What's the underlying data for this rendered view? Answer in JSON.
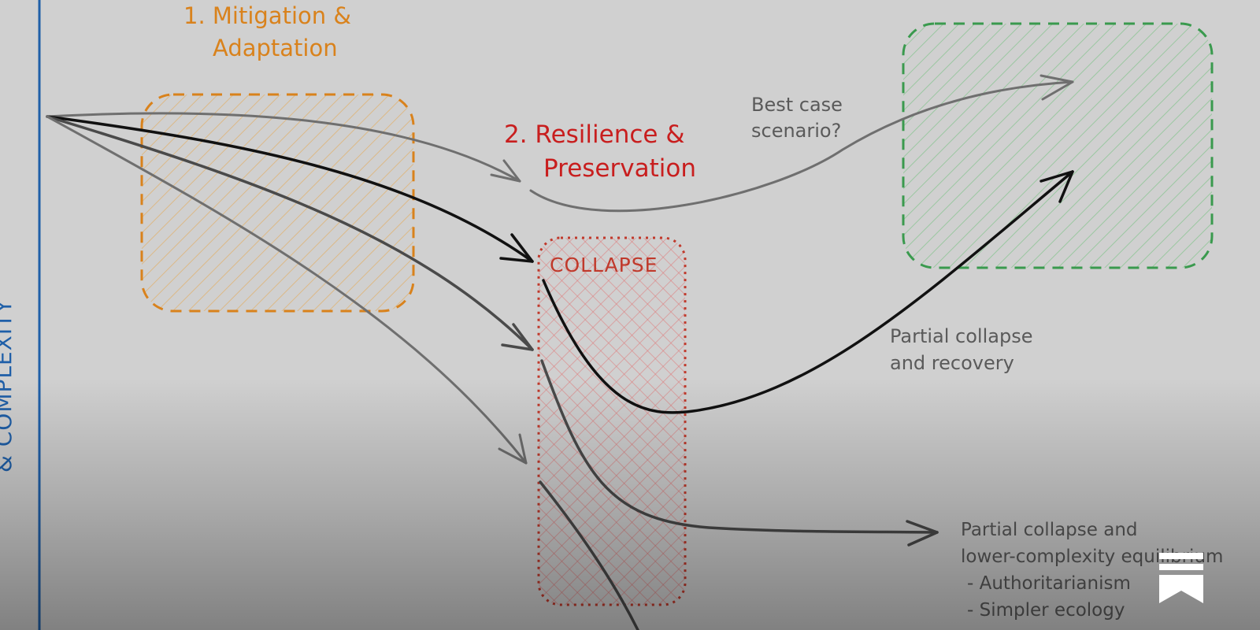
{
  "axis": {
    "label": "& COMPLEXITY"
  },
  "labels": {
    "mitigation_line1": "1. Mitigation &",
    "mitigation_line2": "Adaptation",
    "resilience_line1": "2. Resilience &",
    "resilience_line2": "Preservation",
    "collapse": "COLLAPSE",
    "best_case_line1": "Best case",
    "best_case_line2": "scenario?",
    "partial_recovery_line1": "Partial collapse",
    "partial_recovery_line2": "and recovery",
    "partial_equilibrium_line1": "Partial collapse and",
    "partial_equilibrium_line2": "lower-complexity equilibrium",
    "partial_equilibrium_line3": "- Authoritarianism",
    "partial_equilibrium_line4": "- Simpler ecology"
  },
  "colors": {
    "background": "#d0d0d0",
    "axis": "#1f5fa8",
    "mitigation": "#d9821c",
    "resilience": "#c81e1e",
    "collapse": "#c0392b",
    "best_case_region": "#3a9a4e",
    "arrow_grey": "#6f6f6f",
    "arrow_dark": "#111111",
    "annotation_text": "#5a5a5a"
  },
  "icons": {
    "bookmark": "bookmark-icon"
  }
}
